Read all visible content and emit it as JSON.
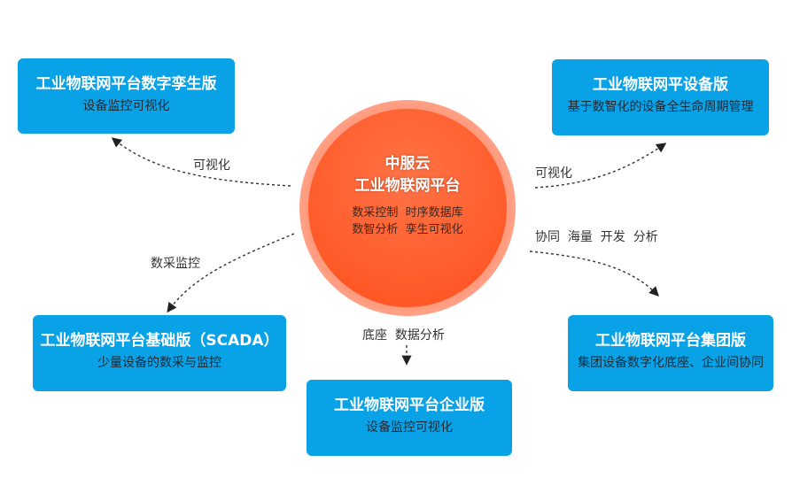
{
  "center": {
    "brand": "中服云",
    "title": "工业物联网平台",
    "features_line1": "数采控制  时序数据库",
    "features_line2": "数智分析  孪生可视化"
  },
  "boxes": {
    "twin": {
      "title": "工业物联网平台数字孪生版",
      "subtitle": "设备监控可视化"
    },
    "device": {
      "title": "工业物联网平设备版",
      "subtitle": "基于数智化的设备全生命周期管理"
    },
    "basic": {
      "title": "工业物联网平台基础版（SCADA）",
      "subtitle": "少量设备的数采与监控"
    },
    "group": {
      "title": "工业物联网平台集团版",
      "subtitle": "集团设备数字化底座、企业间协同"
    },
    "enterprise": {
      "title": "工业物联网平台企业版",
      "subtitle": "设备监控可视化"
    }
  },
  "arrow_labels": {
    "to_twin": "可视化",
    "to_device": "可视化",
    "to_basic": "数采监控",
    "to_group": "协同  海量  开发  分析",
    "to_enterprise": "底座  数据分析"
  },
  "colors": {
    "box": "#0aa2e6",
    "circle": "#ff5a2a"
  }
}
